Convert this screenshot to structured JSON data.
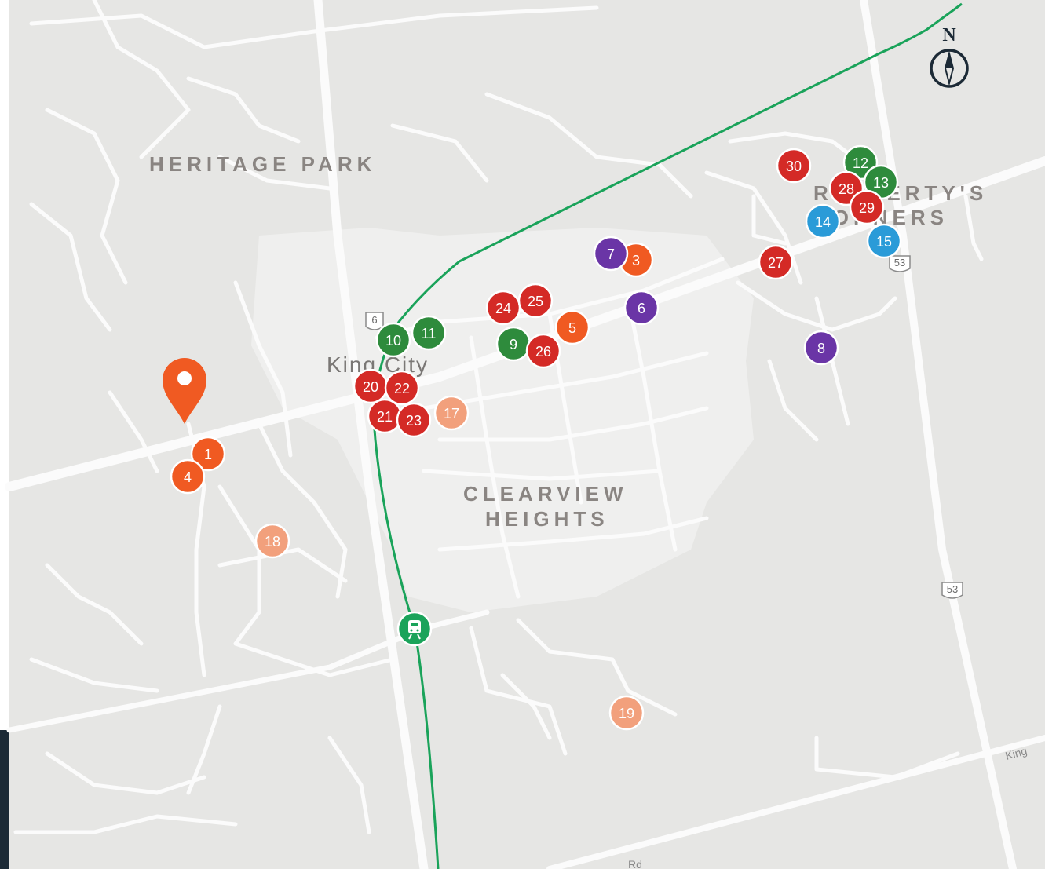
{
  "map": {
    "area_labels": {
      "heritage_park": "HERITAGE PARK",
      "clearview_line1": "CLEARVIEW",
      "clearview_line2": "HEIGHTS",
      "corners_line1": "RAFFERTY'S",
      "corners_line2": "CORNERS"
    },
    "town_label": "King City",
    "road_labels": {
      "king": "King",
      "rd": "Rd"
    },
    "route_shields": {
      "highway_53": "53",
      "highway_6": "6"
    },
    "compass": {
      "label": "N",
      "icon": "compass-icon"
    },
    "location_pin": {
      "icon": "map-pin-icon",
      "color": "#f05a22"
    },
    "transit_station": {
      "icon": "train-icon",
      "color": "#1aa35a"
    },
    "transit_line_color": "#1aa35a",
    "category_colors": {
      "orange": "#f05a22",
      "red": "#d42a26",
      "green": "#2e8b3c",
      "purple": "#6a35a6",
      "blue": "#2a9bd8",
      "peach": "#f2a07c"
    },
    "markers": [
      {
        "label": "1",
        "color": "orange"
      },
      {
        "label": "4",
        "color": "orange"
      },
      {
        "label": "18",
        "color": "peach"
      },
      {
        "label": "10",
        "color": "green"
      },
      {
        "label": "11",
        "color": "green"
      },
      {
        "label": "20",
        "color": "red"
      },
      {
        "label": "22",
        "color": "red"
      },
      {
        "label": "21",
        "color": "red"
      },
      {
        "label": "23",
        "color": "red"
      },
      {
        "label": "17",
        "color": "peach"
      },
      {
        "label": "24",
        "color": "red"
      },
      {
        "label": "25",
        "color": "red"
      },
      {
        "label": "5",
        "color": "orange"
      },
      {
        "label": "9",
        "color": "green"
      },
      {
        "label": "26",
        "color": "red"
      },
      {
        "label": "3",
        "color": "orange"
      },
      {
        "label": "7",
        "color": "purple"
      },
      {
        "label": "6",
        "color": "purple"
      },
      {
        "label": "8",
        "color": "purple"
      },
      {
        "label": "27",
        "color": "red"
      },
      {
        "label": "30",
        "color": "red"
      },
      {
        "label": "12",
        "color": "green"
      },
      {
        "label": "13",
        "color": "green"
      },
      {
        "label": "28",
        "color": "red"
      },
      {
        "label": "29",
        "color": "red"
      },
      {
        "label": "14",
        "color": "blue"
      },
      {
        "label": "15",
        "color": "blue"
      },
      {
        "label": "19",
        "color": "peach"
      }
    ]
  }
}
